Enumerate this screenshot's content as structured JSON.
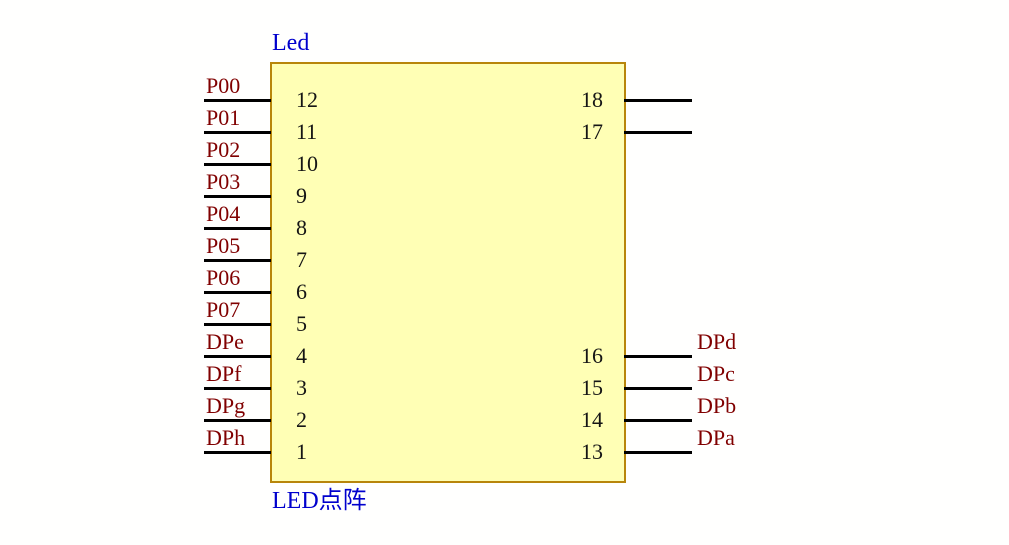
{
  "component": {
    "designator": "Led",
    "caption": "LED点阵"
  },
  "colors": {
    "background": "#fffffe",
    "body_fill": "#ffffb5",
    "body_border": "#b8860b",
    "title_blue": "#0000cd",
    "pin_label_red": "#800000",
    "wire_black": "#000000",
    "pin_number_black": "#151515"
  },
  "left_pins": [
    {
      "label": "P00",
      "number": "12"
    },
    {
      "label": "P01",
      "number": "11"
    },
    {
      "label": "P02",
      "number": "10"
    },
    {
      "label": "P03",
      "number": "9"
    },
    {
      "label": "P04",
      "number": "8"
    },
    {
      "label": "P05",
      "number": "7"
    },
    {
      "label": "P06",
      "number": "6"
    },
    {
      "label": "P07",
      "number": "5"
    },
    {
      "label": "DPe",
      "number": "4"
    },
    {
      "label": "DPf",
      "number": "3"
    },
    {
      "label": "DPg",
      "number": "2"
    },
    {
      "label": "DPh",
      "number": "1"
    }
  ],
  "right_pins": [
    {
      "label": "",
      "number": "18"
    },
    {
      "label": "",
      "number": "17"
    },
    {
      "label": "DPd",
      "number": "16"
    },
    {
      "label": "DPc",
      "number": "15"
    },
    {
      "label": "DPb",
      "number": "14"
    },
    {
      "label": "DPa",
      "number": "13"
    }
  ]
}
